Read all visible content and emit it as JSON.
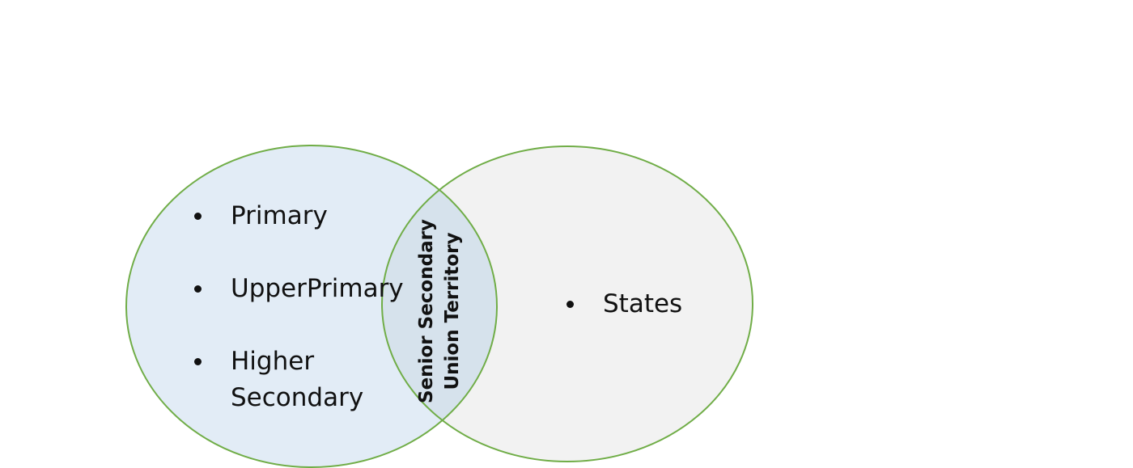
{
  "diagram": {
    "colors": {
      "left_fill": "#e2ecf6",
      "right_fill": "#f2f2f2",
      "overlap_fill": "#d6e2ec",
      "outline": "#70ad47"
    },
    "left_set": {
      "items": [
        "Primary",
        "UpperPrimary",
        "Higher\nSecondary"
      ]
    },
    "right_set": {
      "items": [
        "States"
      ]
    },
    "overlap": {
      "line1": "Senior Secondary",
      "line2": "Union Territory"
    }
  }
}
